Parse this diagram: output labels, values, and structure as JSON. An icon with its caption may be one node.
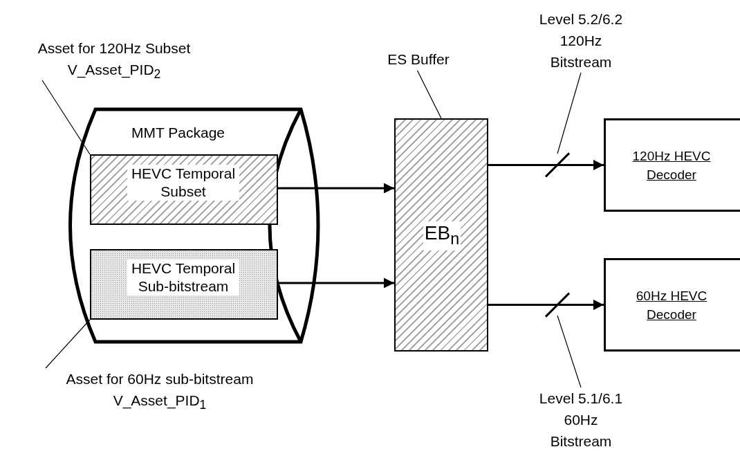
{
  "diagram": {
    "nodes": [
      {
        "text": [
          "MMT Package"
        ]
      },
      {
        "text": [
          "HEVC Temporal Subset"
        ],
        "in": 0
      },
      {
        "text": [
          "HEVC Temporal Sub-bitstream"
        ],
        "in": 0
      },
      {
        "text": [
          "EB$_{n}$"
        ]
      },
      {
        "text": [
          "120Hz HEVC Decoder"
        ]
      },
      {
        "text": [
          "60Hz HEVC Decoder"
        ]
      },
      {
        "text": [
          "Asset for 120Hz Subset V_Asset_PID$_{2}$"
        ]
      },
      {
        "text": [
          "Asset for 60Hz sub-bitstream V_Asset_PID$_{1}$"
        ]
      },
      {
        "text": [
          "ES Buffer"
        ]
      },
      {
        "text": [
          "Level 5.2/6.2 120Hz Bitstream"
        ]
      },
      {
        "text": [
          "Level 5.1/6.1 60Hz Bitstream"
        ]
      }
    ],
    "edges": [
      {
        "from": 1,
        "to": 3,
        "arrow": "to",
        "style": "thick"
      },
      {
        "from": 2,
        "to": 3,
        "arrow": "to",
        "style": "thick"
      },
      {
        "from": 3,
        "to": 4,
        "arrow": "to",
        "style": "thick"
      },
      {
        "from": 3,
        "to": 5,
        "arrow": "to",
        "style": "thick"
      },
      {
        "from": 6,
        "to": 1,
        "arrow": "none"
      },
      {
        "from": 7,
        "to": 2,
        "arrow": "none"
      },
      {
        "from": 8,
        "to": 3,
        "arrow": "none"
      },
      {
        "from": 9,
        "to": null,
        "arrow": "none"
      },
      {
        "from": 10,
        "to": null,
        "arrow": "none"
      }
    ]
  }
}
